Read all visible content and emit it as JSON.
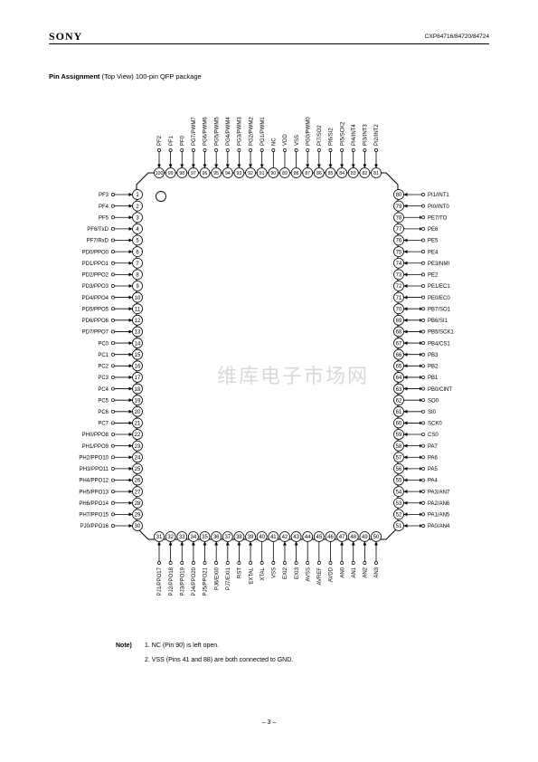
{
  "header": {
    "brand": "SONY",
    "part_numbers": "CXP84716/84720/84724"
  },
  "section": {
    "title_bold": "Pin Assignment",
    "title_rest": " (Top View) 100-pin QFP package"
  },
  "watermark": "维库电子市场网",
  "pins": {
    "left": [
      {
        "n": "1",
        "label": "PF3",
        "dir": "io"
      },
      {
        "n": "2",
        "label": "PF4",
        "dir": "io"
      },
      {
        "n": "3",
        "label": "PF5",
        "dir": "io"
      },
      {
        "n": "4",
        "label": "PF6/TxD",
        "dir": "io"
      },
      {
        "n": "5",
        "label": "PF7/RxD",
        "dir": "io"
      },
      {
        "n": "6",
        "label": "PD0/PPO0",
        "dir": "io"
      },
      {
        "n": "7",
        "label": "PD1/PPO1",
        "dir": "io"
      },
      {
        "n": "8",
        "label": "PD2/PPO2",
        "dir": "io"
      },
      {
        "n": "9",
        "label": "PD3/PPO3",
        "dir": "io"
      },
      {
        "n": "10",
        "label": "PD4/PPO4",
        "dir": "io"
      },
      {
        "n": "11",
        "label": "PD5/PPO5",
        "dir": "io"
      },
      {
        "n": "12",
        "label": "PD6/PPO6",
        "dir": "io"
      },
      {
        "n": "13",
        "label": "PD7/PPO7",
        "dir": "io"
      },
      {
        "n": "14",
        "label": "PC0",
        "dir": "io"
      },
      {
        "n": "15",
        "label": "PC1",
        "dir": "io"
      },
      {
        "n": "16",
        "label": "PC2",
        "dir": "io"
      },
      {
        "n": "17",
        "label": "PC3",
        "dir": "io"
      },
      {
        "n": "18",
        "label": "PC4",
        "dir": "io"
      },
      {
        "n": "19",
        "label": "PC5",
        "dir": "io"
      },
      {
        "n": "20",
        "label": "PC6",
        "dir": "io"
      },
      {
        "n": "21",
        "label": "PC7",
        "dir": "io"
      },
      {
        "n": "22",
        "label": "PH0/PPO8",
        "dir": "io"
      },
      {
        "n": "23",
        "label": "PH1/PPO9",
        "dir": "io"
      },
      {
        "n": "24",
        "label": "PH2/PPO10",
        "dir": "io"
      },
      {
        "n": "25",
        "label": "PH3/PPO11",
        "dir": "io"
      },
      {
        "n": "26",
        "label": "PH4/PPO12",
        "dir": "io"
      },
      {
        "n": "27",
        "label": "PH5/PPO13",
        "dir": "io"
      },
      {
        "n": "28",
        "label": "PH6/PPO14",
        "dir": "io"
      },
      {
        "n": "29",
        "label": "PH7/PPO15",
        "dir": "io"
      },
      {
        "n": "30",
        "label": "PJ0/PPO16",
        "dir": "io"
      }
    ],
    "bottom": [
      {
        "n": "31",
        "label": "PJ1/PPO17",
        "dir": "io"
      },
      {
        "n": "32",
        "label": "PJ2/PPO18",
        "dir": "io"
      },
      {
        "n": "33",
        "label": "PJ3/PPO19",
        "dir": "io"
      },
      {
        "n": "34",
        "label": "PJ4/PPO20",
        "dir": "io"
      },
      {
        "n": "35",
        "label": "PJ5/PPO21",
        "dir": "io"
      },
      {
        "n": "36",
        "label": "PJ6/EXI0",
        "dir": "io"
      },
      {
        "n": "37",
        "label": "PJ7/EXI1",
        "dir": "io"
      },
      {
        "n": "38",
        "label": "RST",
        "dir": "io"
      },
      {
        "n": "39",
        "label": "EXTAL",
        "dir": "in"
      },
      {
        "n": "40",
        "label": "XTAL",
        "dir": "out"
      },
      {
        "n": "41",
        "label": "VSS",
        "dir": "pwr"
      },
      {
        "n": "42",
        "label": "EXI2",
        "dir": "in"
      },
      {
        "n": "43",
        "label": "EXI3",
        "dir": "in"
      },
      {
        "n": "44",
        "label": "AVSS",
        "dir": "pwr"
      },
      {
        "n": "45",
        "label": "AVREF",
        "dir": "pwr"
      },
      {
        "n": "46",
        "label": "AVDD",
        "dir": "pwr"
      },
      {
        "n": "47",
        "label": "AN0",
        "dir": "in"
      },
      {
        "n": "48",
        "label": "AN1",
        "dir": "in"
      },
      {
        "n": "49",
        "label": "AN2",
        "dir": "in"
      },
      {
        "n": "50",
        "label": "AN3",
        "dir": "in"
      }
    ],
    "right": [
      {
        "n": "80",
        "label": "PI1/INT1",
        "dir": "in"
      },
      {
        "n": "79",
        "label": "PI0/INT0",
        "dir": "in"
      },
      {
        "n": "78",
        "label": "PE7/TO",
        "dir": "out"
      },
      {
        "n": "77",
        "label": "PE6",
        "dir": "out"
      },
      {
        "n": "76",
        "label": "PE5",
        "dir": "in"
      },
      {
        "n": "75",
        "label": "PE4",
        "dir": "in"
      },
      {
        "n": "74",
        "label": "PE3/NMI",
        "dir": "in"
      },
      {
        "n": "73",
        "label": "PE2",
        "dir": "in"
      },
      {
        "n": "72",
        "label": "PE1/EC1",
        "dir": "in"
      },
      {
        "n": "71",
        "label": "PE0/EC0",
        "dir": "in"
      },
      {
        "n": "70",
        "label": "PB7/SO1",
        "dir": "io"
      },
      {
        "n": "69",
        "label": "PB6/SI1",
        "dir": "io"
      },
      {
        "n": "68",
        "label": "PB5/SCK1",
        "dir": "io"
      },
      {
        "n": "67",
        "label": "PB4/CS1",
        "dir": "io"
      },
      {
        "n": "66",
        "label": "PB3",
        "dir": "io"
      },
      {
        "n": "65",
        "label": "PB2",
        "dir": "io"
      },
      {
        "n": "64",
        "label": "PB1",
        "dir": "io"
      },
      {
        "n": "63",
        "label": "PB0/CINT",
        "dir": "io"
      },
      {
        "n": "62",
        "label": "SO0",
        "dir": "out"
      },
      {
        "n": "61",
        "label": "SI0",
        "dir": "in"
      },
      {
        "n": "60",
        "label": "SCK0",
        "dir": "io"
      },
      {
        "n": "59",
        "label": "CS0",
        "dir": "in"
      },
      {
        "n": "58",
        "label": "PA7",
        "dir": "io"
      },
      {
        "n": "57",
        "label": "PA6",
        "dir": "io"
      },
      {
        "n": "56",
        "label": "PA5",
        "dir": "io"
      },
      {
        "n": "55",
        "label": "PA4",
        "dir": "io"
      },
      {
        "n": "54",
        "label": "PA3/AN7",
        "dir": "io"
      },
      {
        "n": "53",
        "label": "PA2/AN6",
        "dir": "io"
      },
      {
        "n": "52",
        "label": "PA1/AN5",
        "dir": "io"
      },
      {
        "n": "51",
        "label": "PA0/AN4",
        "dir": "io"
      }
    ],
    "top": [
      {
        "n": "100",
        "label": "PF2",
        "dir": "io"
      },
      {
        "n": "99",
        "label": "PF1",
        "dir": "io"
      },
      {
        "n": "98",
        "label": "PF0",
        "dir": "io"
      },
      {
        "n": "97",
        "label": "PG7/PWM7",
        "dir": "io"
      },
      {
        "n": "96",
        "label": "PG6/PWM6",
        "dir": "io"
      },
      {
        "n": "95",
        "label": "PG5/PWM5",
        "dir": "io"
      },
      {
        "n": "94",
        "label": "PG4/PWM4",
        "dir": "io"
      },
      {
        "n": "93",
        "label": "PG3/PWM3",
        "dir": "io"
      },
      {
        "n": "92",
        "label": "PG2/PWM2",
        "dir": "io"
      },
      {
        "n": "91",
        "label": "PG1/PWM1",
        "dir": "io"
      },
      {
        "n": "90",
        "label": "NC",
        "dir": "nc"
      },
      {
        "n": "89",
        "label": "VDD",
        "dir": "pwr"
      },
      {
        "n": "88",
        "label": "VSS",
        "dir": "pwr"
      },
      {
        "n": "87",
        "label": "PG0/PWM0",
        "dir": "io"
      },
      {
        "n": "86",
        "label": "PI7/SO2",
        "dir": "io"
      },
      {
        "n": "85",
        "label": "PI6/SI2",
        "dir": "io"
      },
      {
        "n": "84",
        "label": "PI5/SCK2",
        "dir": "io"
      },
      {
        "n": "83",
        "label": "PI4/INT4",
        "dir": "io"
      },
      {
        "n": "82",
        "label": "PI3/INT3",
        "dir": "io"
      },
      {
        "n": "81",
        "label": "PI2/INT2",
        "dir": "io"
      }
    ]
  },
  "notes": {
    "label": "Note)",
    "items": [
      "1. NC (Pin 90) is left open.",
      "2. VSS (Pins 41 and 88) are both connected to GND."
    ]
  },
  "footer": {
    "page_number": "– 3 –"
  }
}
